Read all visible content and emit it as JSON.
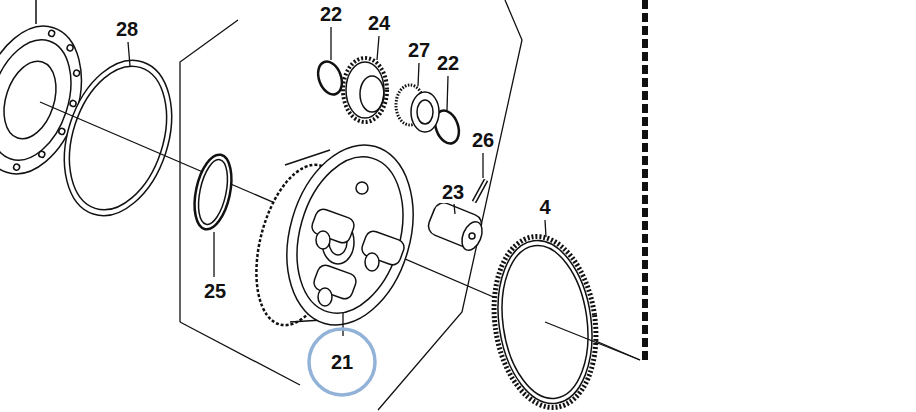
{
  "diagram": {
    "nodes": [
      {
        "text": [
          "21"
        ]
      }
    ],
    "labels": [
      "28",
      "22",
      "24",
      "27",
      "22",
      "26",
      "23",
      "4",
      "25"
    ]
  }
}
